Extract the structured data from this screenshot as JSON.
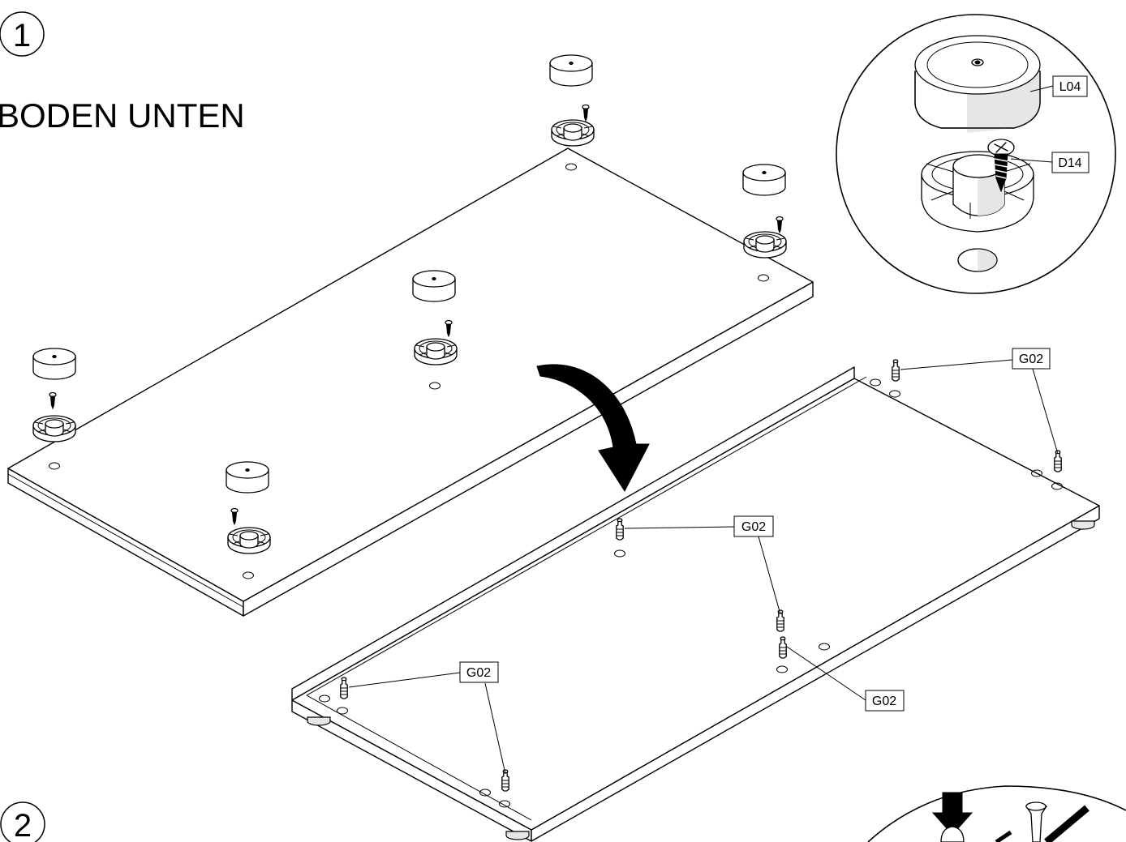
{
  "step1": {
    "number": "1",
    "title": "BODEN UNTEN"
  },
  "step2": {
    "number": "2"
  },
  "detail": {
    "label_glider": "L04",
    "label_screw": "D14"
  },
  "callouts": {
    "g02_top_right": "G02",
    "g02_middle": "G02",
    "g02_bottom_left": "G02",
    "g02_bottom_right": "G02"
  }
}
